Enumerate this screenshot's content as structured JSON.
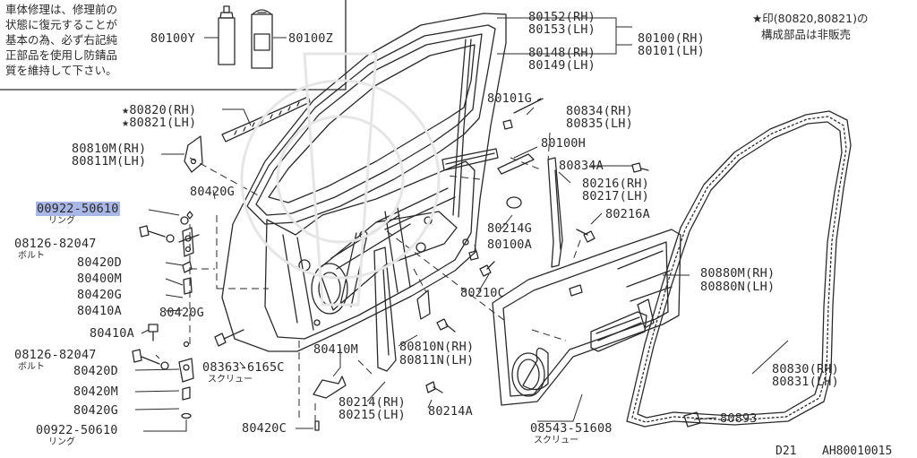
{
  "notice": {
    "lines": [
      "車体修理は、修理前の",
      "状態に復元することが",
      "基本の為、必ず右記純",
      "正部品を使用し防錆品",
      "質を維持して下さい。"
    ]
  },
  "star_note": {
    "line1": "★印(80820,80821)の",
    "line2": "構成部品は非販売"
  },
  "labels": {
    "p80100y": "80100Y",
    "p80100z": "80100Z",
    "p80152": "80152(RH)",
    "p80153": "80153(LH)",
    "p80148": "80148(RH)",
    "p80149": "80149(LH)",
    "p80100rh": "80100(RH)",
    "p80101lh": "80101(LH)",
    "p80820": "★80820(RH)",
    "p80821": "★80821(LH)",
    "p80101g": "80101G",
    "p80834": "80834(RH)",
    "p80835": "80835(LH)",
    "p80810m": "80810M(RH)",
    "p80811m": "80811M(LH)",
    "p80100h": "80100H",
    "p80834a": "80834A",
    "p80420g_a": "80420G",
    "p80216": "80216(RH)",
    "p80217": "80217(LH)",
    "p00922_top": "00922-50610",
    "ring_top": "リング",
    "p80214g": "80214G",
    "p80216a": "80216A",
    "p08126_top": "08126-82047",
    "bolt_top": "ボルト",
    "p80100a": "80100A",
    "p80420d_a": "80420D",
    "p80880m": "80880M(RH)",
    "p80880n": "80880N(LH)",
    "p80400m": "80400M",
    "p80210c": "80210C",
    "p80420g_b": "80420G",
    "p80410a_a": "80410A",
    "p80420g_c": "80420G",
    "p80810n": "80810N(RH)",
    "p80811n": "80811N(LH)",
    "p80410a_b": "80410A",
    "p80410m": "80410M",
    "p08126_bot": "08126-82047",
    "bolt_bot": "ボルト",
    "p08363": "08363-6165C",
    "screw_a": "スクリュー",
    "p80420d_b": "80420D",
    "p80830": "80830(RH)",
    "p80831": "80831(LH)",
    "p80420m": "80420M",
    "p80214rh": "80214(RH)",
    "p80215lh": "80215(LH)",
    "p80214a": "80214A",
    "p80420g_d": "80420G",
    "p80893": "80893",
    "p00922_bot": "00922-50610",
    "ring_bot": "リング",
    "p80420c": "80420C",
    "p08543": "08543-51608",
    "screw_b": "スクリュー"
  },
  "footer": {
    "model": "D21",
    "code": "AH80010015"
  },
  "colors": {
    "line": "#2a2a2a",
    "highlight": "#a9b7e6",
    "background": "#ffffff"
  }
}
